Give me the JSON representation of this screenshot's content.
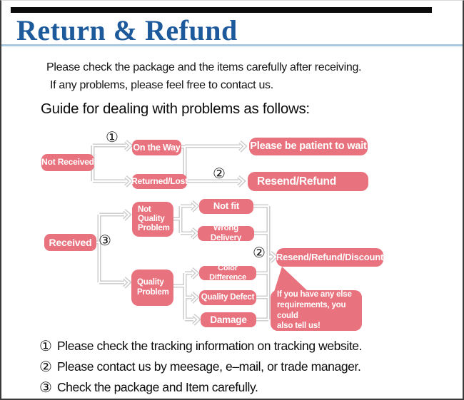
{
  "page": {
    "title": "Return & Refund",
    "intro_line1": "Please check the package and the items carefully after receiving.",
    "intro_line2": "If any problems, please feel free to contact us.",
    "guide_heading": "Guide for dealing with problems as follows:"
  },
  "flowchart": {
    "nodes": {
      "not_received": "Not Received",
      "on_the_way": "On the Way",
      "returned_lost": "Returned/Lost",
      "please_wait": "Please be patient to wait",
      "resend_refund": "Resend/Refund",
      "received": "Received",
      "not_quality_problem": "Not\nQuality\nProblem",
      "not_fit": "Not fit",
      "wrong_delivery": "Wrong Delivery",
      "quality_problem": "Quality\nProblem",
      "color_difference": "Color Difference",
      "quality_defect": "Quality Defect",
      "damage": "Damage",
      "resend_refund_discount": "Resend/Refund/Discount"
    },
    "markers": {
      "step1": "①",
      "step2": "②",
      "step3": "③"
    },
    "bubble_text": "If you have any else\nrequirements, you could\nalso tell us!"
  },
  "notes": [
    {
      "marker": "①",
      "text": "Please check the tracking information on tracking website."
    },
    {
      "marker": "②",
      "text": "Please contact us by meesage, e–mail, or trade manager."
    },
    {
      "marker": "③",
      "text": "Check the package and Item carefully."
    }
  ],
  "colors": {
    "accent_pink": "#e8737e",
    "title_blue": "#1d5a9c",
    "connector_gray": "#c9c9c9",
    "underline_blue": "#a9c9e2",
    "top_bar_black": "#0c0c0c"
  }
}
